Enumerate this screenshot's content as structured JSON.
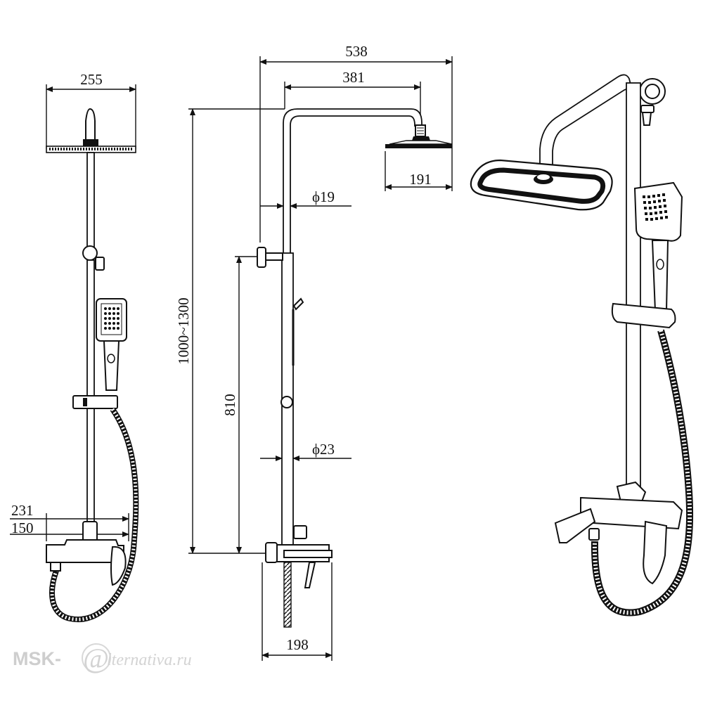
{
  "dimensions": {
    "head_width": "255",
    "total_depth": "538",
    "arm_length": "381",
    "head_depth": "191",
    "upper_pipe_diameter": "ϕ19",
    "lower_pipe_diameter": "ϕ23",
    "total_height": "1000~1300",
    "outlet_height": "810",
    "outlet_spacing_a": "231",
    "outlet_spacing_b": "150",
    "mixer_depth": "198"
  },
  "watermark": {
    "left": "MSK-",
    "right": "lternativa.ru"
  }
}
